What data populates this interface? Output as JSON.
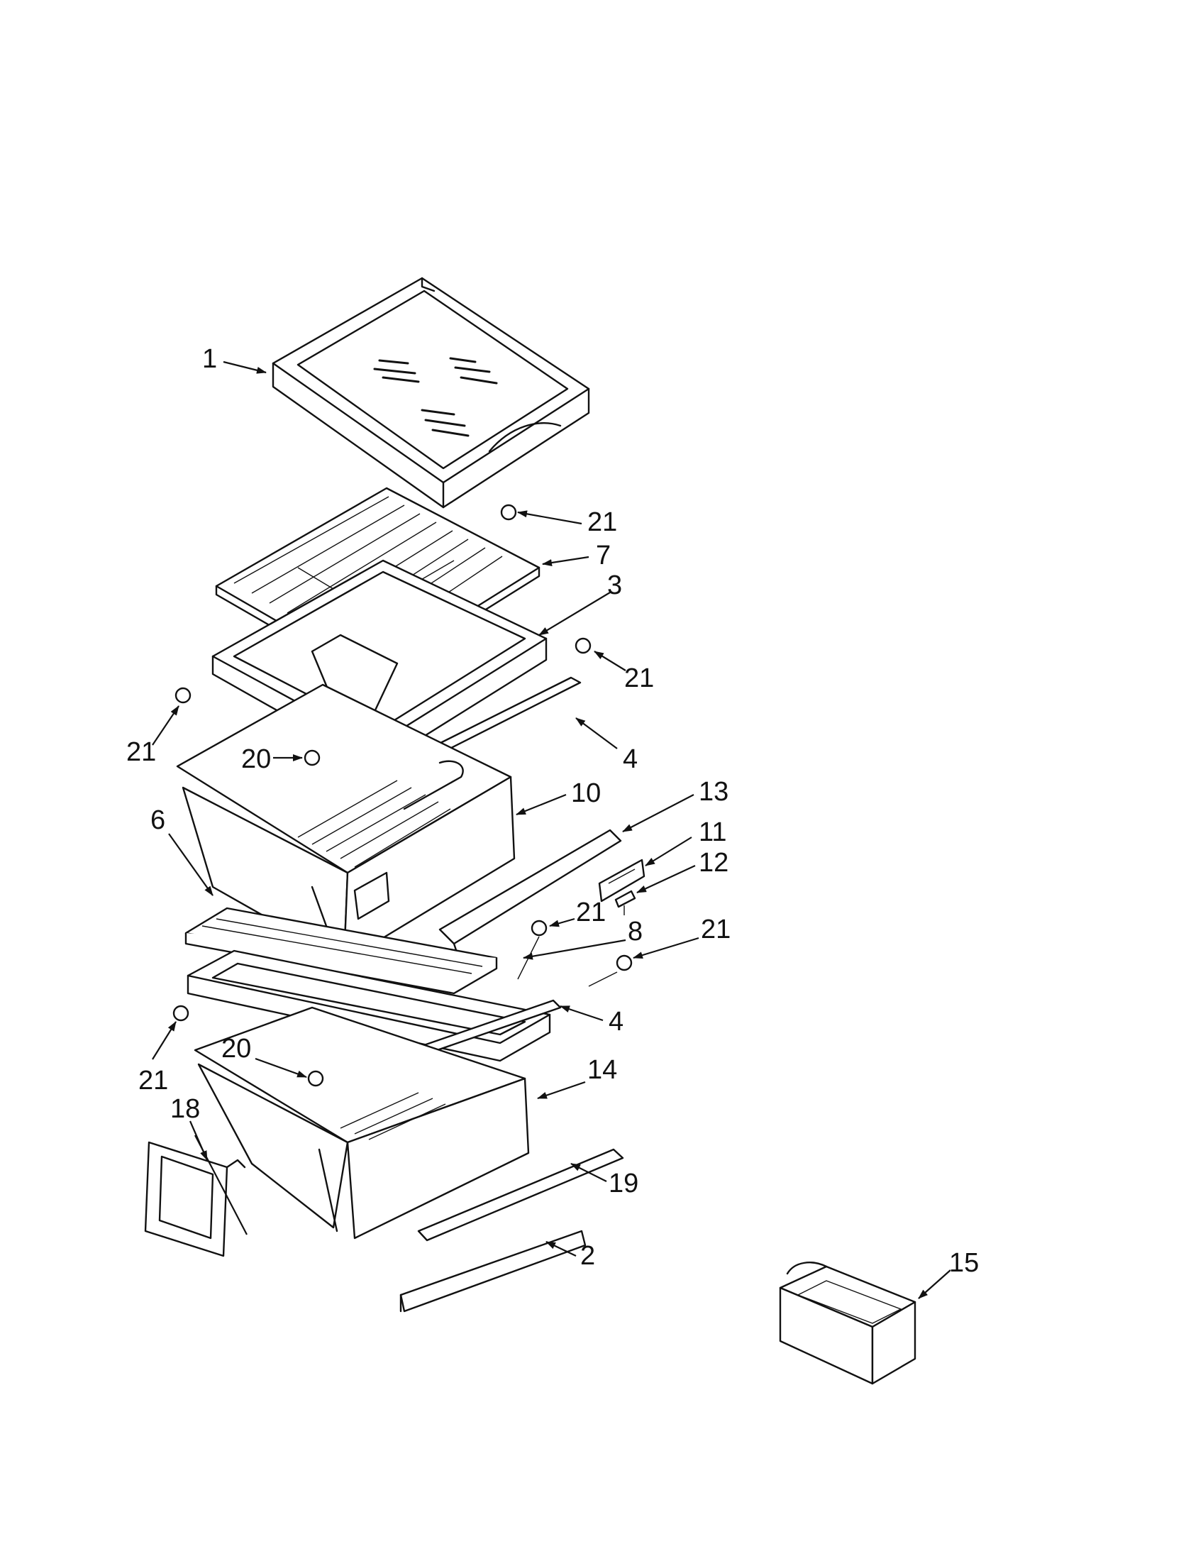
{
  "diagram": {
    "callouts": [
      {
        "id": "c1",
        "text": "1"
      },
      {
        "id": "c21a",
        "text": "21"
      },
      {
        "id": "c7",
        "text": "7"
      },
      {
        "id": "c3",
        "text": "3"
      },
      {
        "id": "c21b",
        "text": "21"
      },
      {
        "id": "c21c",
        "text": "21"
      },
      {
        "id": "c4a",
        "text": "4"
      },
      {
        "id": "c20a",
        "text": "20"
      },
      {
        "id": "c10",
        "text": "10"
      },
      {
        "id": "c13",
        "text": "13"
      },
      {
        "id": "c6",
        "text": "6"
      },
      {
        "id": "c11",
        "text": "11"
      },
      {
        "id": "c12",
        "text": "12"
      },
      {
        "id": "c21d",
        "text": "21"
      },
      {
        "id": "c8",
        "text": "8"
      },
      {
        "id": "c21e",
        "text": "21"
      },
      {
        "id": "c4b",
        "text": "4"
      },
      {
        "id": "c21f",
        "text": "21"
      },
      {
        "id": "c20b",
        "text": "20"
      },
      {
        "id": "c14",
        "text": "14"
      },
      {
        "id": "c18",
        "text": "18"
      },
      {
        "id": "c19",
        "text": "19"
      },
      {
        "id": "c2",
        "text": "2"
      },
      {
        "id": "c15",
        "text": "15"
      }
    ]
  }
}
